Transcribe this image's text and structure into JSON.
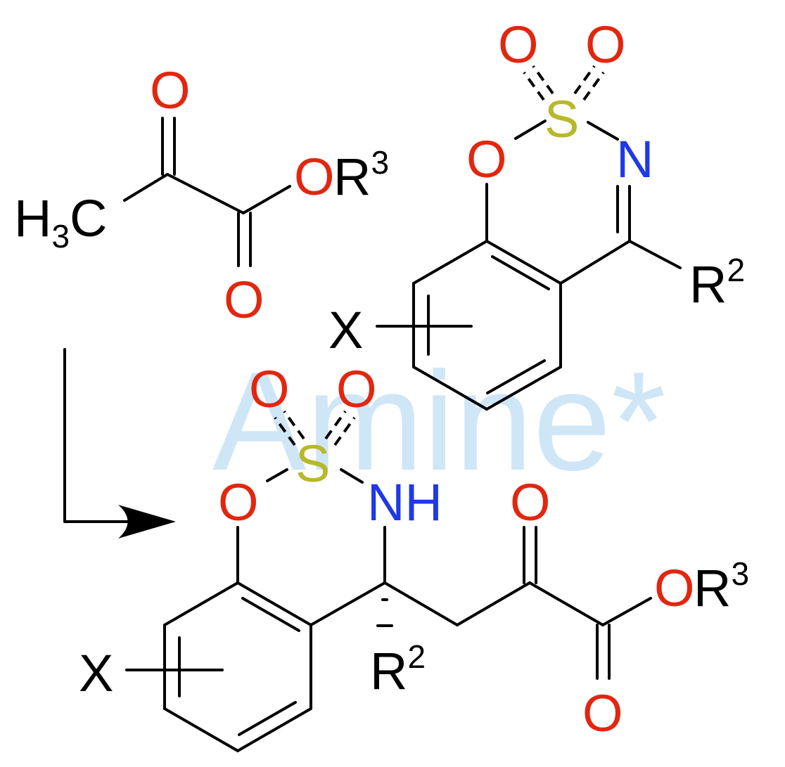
{
  "watermark": {
    "text": "Amine*"
  },
  "colors": {
    "oxygen": "#e2260f",
    "nitrogen": "#1f39e6",
    "sulfur": "#b8b82c",
    "carbon": "#000000",
    "watermark": "#cfe6f7",
    "bond": "#000000"
  },
  "reagent_pyruvate": {
    "methyl": {
      "H": "H",
      "sub": "3",
      "C": "C"
    },
    "ketone_O": "O",
    "ester_O": "O",
    "ester_R": "R",
    "ester_R_sup": "3",
    "carbonyl_O": "O"
  },
  "reagent_imine": {
    "sulfonyl_O1": "O",
    "sulfonyl_O2": "O",
    "S": "S",
    "ring_O": "O",
    "N": "N",
    "R": "R",
    "R_sup": "2",
    "X": "X"
  },
  "product": {
    "sulfonyl_O1": "O",
    "sulfonyl_O2": "O",
    "S": "S",
    "ring_O": "O",
    "NH": "NH",
    "ketone_O": "O",
    "ester_O": "O",
    "ester_R": "R",
    "ester_R_sup": "3",
    "carbonyl_O": "O",
    "R": "R",
    "R_sup": "2",
    "X": "X"
  }
}
